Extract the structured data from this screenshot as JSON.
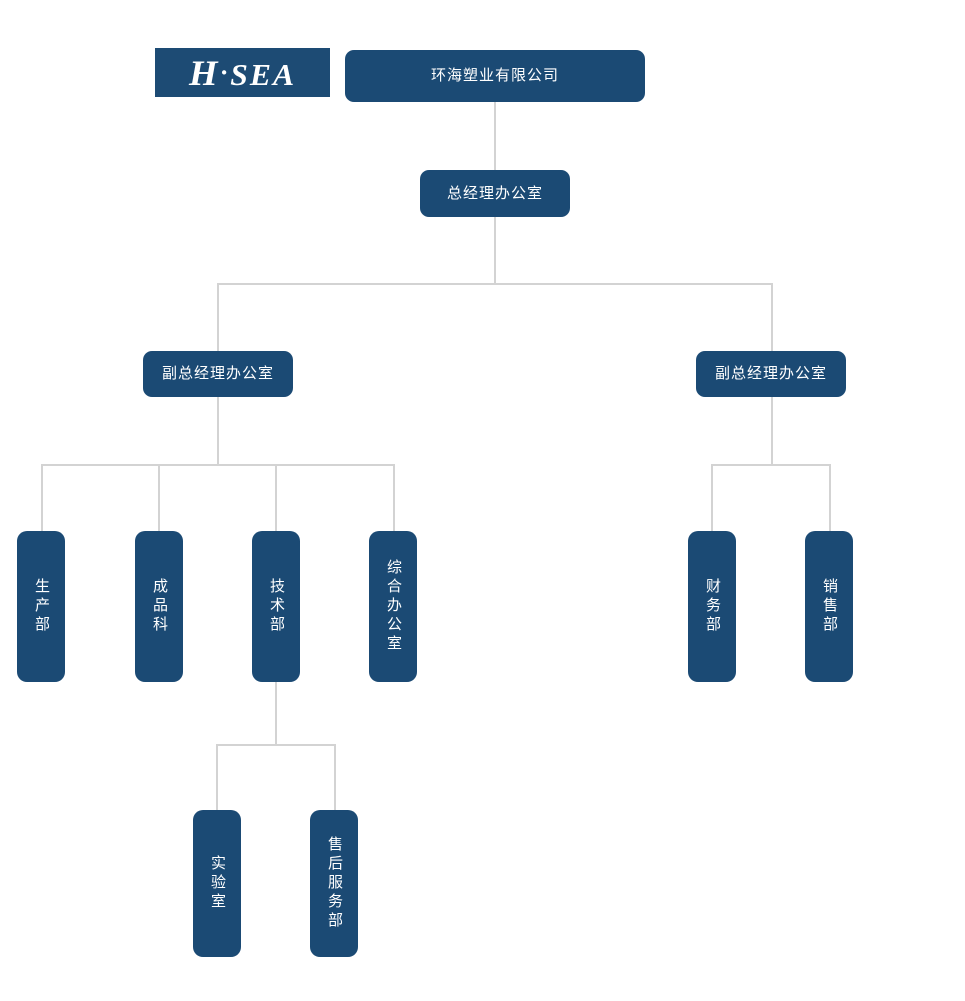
{
  "logo": {
    "name": "H-SEA",
    "letters_left": "H",
    "separator": "·",
    "letters_right": "SEA"
  },
  "colors": {
    "node_fill": "#1b4a74",
    "node_text": "#ffffff",
    "connector": "#d3d3d3",
    "background": "#ffffff",
    "logo_fill": "#1d4b74"
  },
  "chart": {
    "type": "org-chart",
    "orientation": "top-down",
    "levels": 4,
    "root": {
      "id": "company",
      "label": "环海塑业有限公司",
      "orientation": "horizontal"
    },
    "level2": {
      "id": "gm-office",
      "label": "总经理办公室",
      "orientation": "horizontal"
    },
    "level3": [
      {
        "id": "deputy-gm-office-left",
        "label": "副总经理办公室",
        "orientation": "horizontal"
      },
      {
        "id": "deputy-gm-office-right",
        "label": "副总经理办公室",
        "orientation": "horizontal"
      }
    ],
    "left_departments": [
      {
        "id": "production-dept",
        "label": "生产部",
        "orientation": "vertical"
      },
      {
        "id": "finished-goods-section",
        "label": "成品科",
        "orientation": "vertical"
      },
      {
        "id": "technical-dept",
        "label": "技术部",
        "orientation": "vertical"
      },
      {
        "id": "general-office",
        "label": "综合办公室",
        "orientation": "vertical"
      }
    ],
    "right_departments": [
      {
        "id": "finance-dept",
        "label": "财务部",
        "orientation": "vertical"
      },
      {
        "id": "sales-dept",
        "label": "销售部",
        "orientation": "vertical"
      }
    ],
    "technical_dept_children": [
      {
        "id": "laboratory",
        "label": "实验室",
        "orientation": "vertical"
      },
      {
        "id": "after-sales-service-dept",
        "label": "售后服务部",
        "orientation": "vertical"
      }
    ]
  }
}
